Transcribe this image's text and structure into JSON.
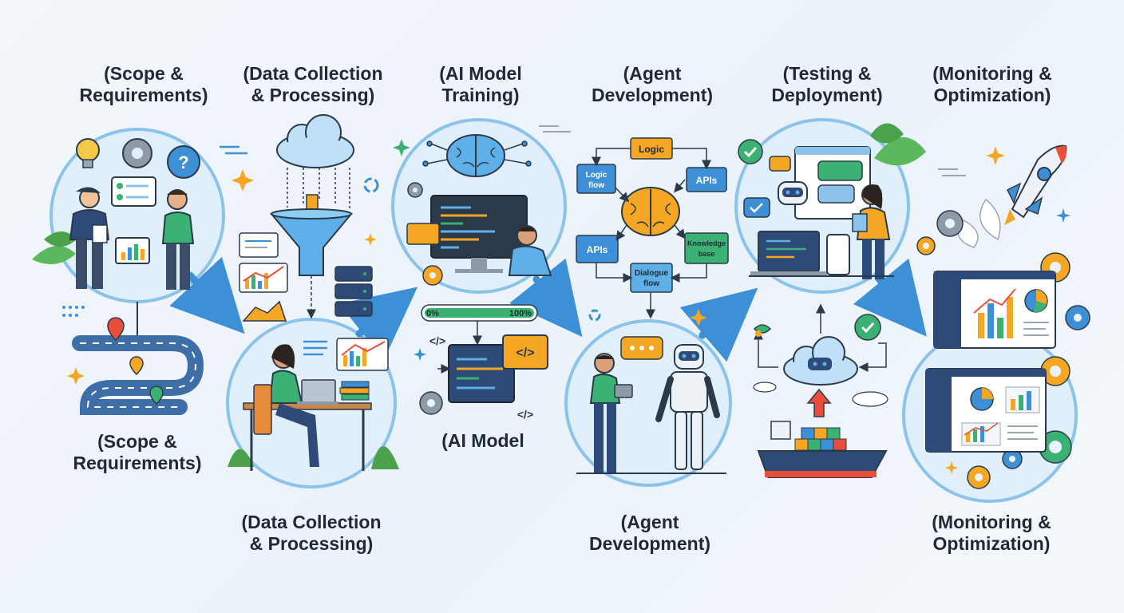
{
  "top_labels": [
    {
      "line1": "(Scope &",
      "line2": "Requirements)"
    },
    {
      "line1": "(Data Collection",
      "line2": "& Processing)"
    },
    {
      "line1": "(AI Model",
      "line2": "Training)"
    },
    {
      "line1": "(Agent",
      "line2": "Development)"
    },
    {
      "line1": "(Testing &",
      "line2": "Deployment)"
    },
    {
      "line1": "(Monitoring &",
      "line2": "Optimization)"
    }
  ],
  "bottom_labels": [
    {
      "line1": "(Scope &",
      "line2": "Requirements)"
    },
    {
      "line1": "(AI Model",
      "line2": ""
    },
    {
      "line1": "(Data Collection",
      "line2": "& Processing)"
    },
    {
      "line1": "(Agent",
      "line2": "Development)"
    },
    {
      "line1": "(Monitoring &",
      "line2": "Optimization)"
    }
  ],
  "agent_diagram": {
    "logic": "Logic",
    "logic_flow_1": "Logic",
    "logic_flow_2": "flow",
    "apis_right": "APIs",
    "apis_left": "APIs",
    "knowledge_1": "Knowledge",
    "knowledge_2": "base",
    "dialogue_1": "Dialogue",
    "dialogue_2": "flow"
  },
  "training_progress": {
    "start_label": "0%",
    "end_label": "100%",
    "fraction": 1.0
  },
  "code_glyph": "</>",
  "colors": {
    "accent_blue": "#3d8fd6",
    "circle_fill": "#e1effb",
    "circle_stroke": "#8cc3ea",
    "orange": "#f5a623",
    "green": "#3bb273",
    "navy": "#2e4a78"
  }
}
